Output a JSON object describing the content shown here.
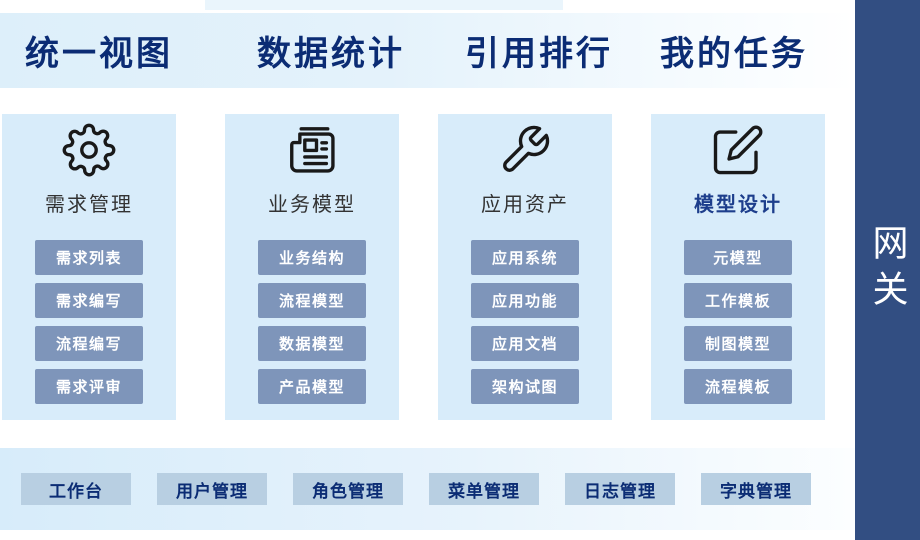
{
  "nav": {
    "items": [
      "统一视图",
      "数据统计",
      "引用排行",
      "我的任务"
    ]
  },
  "cards": [
    {
      "icon": "gear-icon",
      "title": "需求管理",
      "buttons": [
        "需求列表",
        "需求编写",
        "流程编写",
        "需求评审"
      ]
    },
    {
      "icon": "newspaper-icon",
      "title": "业务模型",
      "buttons": [
        "业务结构",
        "流程模型",
        "数据模型",
        "产品模型"
      ]
    },
    {
      "icon": "wrench-icon",
      "title": "应用资产",
      "buttons": [
        "应用系统",
        "应用功能",
        "应用文档",
        "架构试图"
      ]
    },
    {
      "icon": "edit-icon",
      "title": "模型设计",
      "buttons": [
        "元模型",
        "工作模板",
        "制图模型",
        "流程模板"
      ]
    }
  ],
  "gateway": {
    "label": "网关"
  },
  "footer": {
    "items": [
      "工作台",
      "用户管理",
      "角色管理",
      "菜单管理",
      "日志管理",
      "字典管理"
    ]
  },
  "colors": {
    "nav_text": "#0b2c74",
    "card_bg": "#d8ecfa",
    "card_button_bg": "#7e95ba",
    "footer_button_bg": "#b8cfe2",
    "gateway_bg": "#324e82"
  }
}
